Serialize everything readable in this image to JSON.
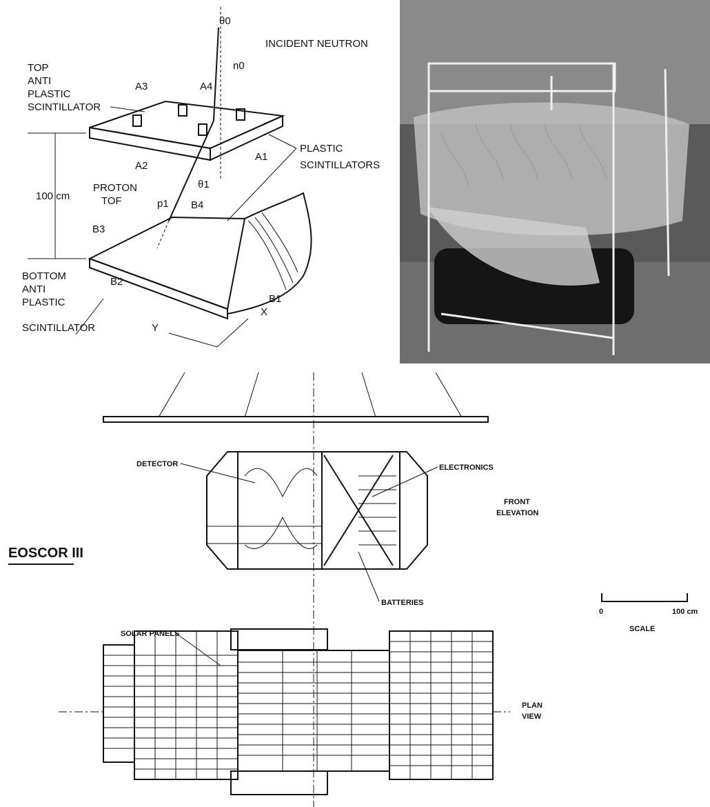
{
  "detector_diagram": {
    "incident": "INCIDENT NEUTRON",
    "theta0": "θ0",
    "n0": "n0",
    "top_anti": [
      "TOP",
      "ANTI",
      "PLASTIC",
      "SCINTILLATOR"
    ],
    "A3": "A3",
    "A4": "A4",
    "A2": "A2",
    "A1": "A1",
    "plastic_scint": [
      "PLASTIC",
      "SCINTILLATORS"
    ],
    "height": "100 cm",
    "proton_tof": [
      "PROTON",
      "TOF"
    ],
    "p1": "p1",
    "theta1": "θ1",
    "B4": "B4",
    "B3": "B3",
    "B2": "B2",
    "B1": "B1",
    "bottom_anti": [
      "BOTTOM",
      "ANTI",
      "PLASTIC",
      "SCINTILLATOR"
    ],
    "axis_y": "Y",
    "axis_x": "X"
  },
  "payload_drawing": {
    "title": "EOSCOR III",
    "detector": "DETECTOR",
    "electronics": "ELECTRONICS",
    "batteries": "BATTERIES",
    "front_elevation": [
      "FRONT",
      "ELEVATION"
    ],
    "solar_panels": "SOLAR PANELS",
    "plan_view": [
      "PLAN",
      "VIEW"
    ],
    "scale": {
      "zero": "0",
      "max": "100 cm",
      "label": "SCALE"
    }
  }
}
